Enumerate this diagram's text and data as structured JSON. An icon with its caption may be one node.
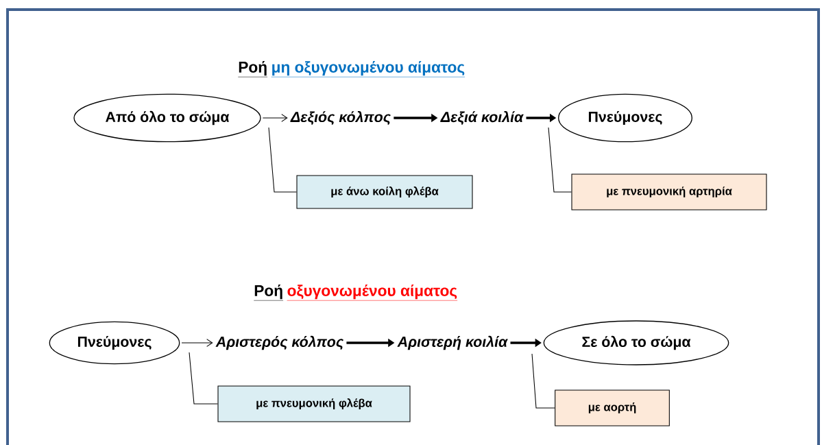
{
  "diagram": {
    "nodes": [
      {
        "text": [
          "Από όλο το σώμα"
        ]
      },
      {
        "text": [
          "Δεξιός κόλπος"
        ]
      },
      {
        "text": [
          "Δεξιά κοιλία"
        ]
      },
      {
        "text": [
          "Πνεύμονες"
        ]
      },
      {
        "text": [
          "με άνω κοίλη φλέβα"
        ]
      },
      {
        "text": [
          "με πνευμονική αρτηρία"
        ]
      },
      {
        "text": [
          "Πνεύμονες"
        ]
      },
      {
        "text": [
          "Αριστερός κόλπος"
        ]
      },
      {
        "text": [
          "Αριστερή κοιλία"
        ]
      },
      {
        "text": [
          "Σε όλο το σώμα"
        ]
      },
      {
        "text": [
          "με πνευμονική φλέβα"
        ]
      },
      {
        "text": [
          "με αορτή"
        ]
      }
    ],
    "edges": [
      {
        "from": 0,
        "to": 1,
        "arrow": "to"
      },
      {
        "from": 1,
        "to": 2,
        "arrow": "to",
        "style": "thick"
      },
      {
        "from": 2,
        "to": 3,
        "arrow": "to",
        "style": "thick"
      },
      {
        "from": 4,
        "to": null,
        "arrow": "none"
      },
      {
        "from": 5,
        "to": null,
        "arrow": "none"
      },
      {
        "from": 6,
        "to": 7,
        "arrow": "to"
      },
      {
        "from": 7,
        "to": 8,
        "arrow": "to",
        "style": "thick"
      },
      {
        "from": 8,
        "to": 9,
        "arrow": "to",
        "style": "thick"
      },
      {
        "from": 10,
        "to": null,
        "arrow": "none"
      },
      {
        "from": 11,
        "to": null,
        "arrow": "none"
      }
    ],
    "labels": [
      "Ροή",
      "μη οξυγονωμένου αίματος",
      "Ροή",
      "οξυγονωμένου αίματος"
    ]
  }
}
